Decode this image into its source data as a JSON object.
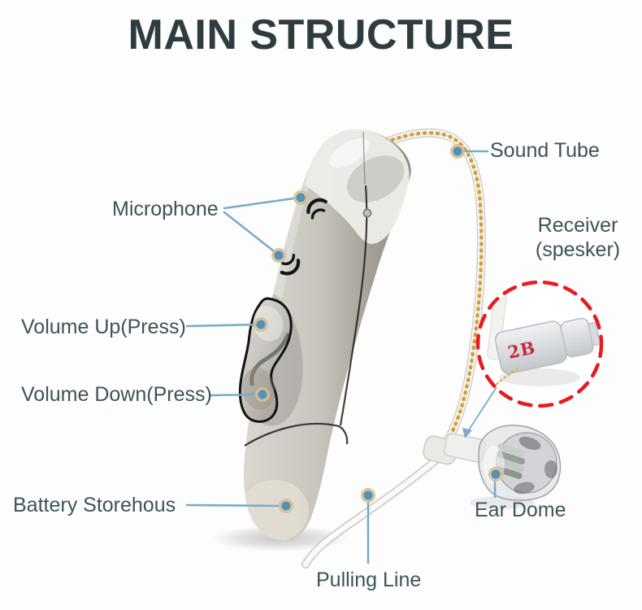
{
  "title": "MAIN STRUCTURE",
  "labels": {
    "sound_tube": "Sound Tube",
    "microphone": "Microphone",
    "receiver": "Receiver",
    "receiver_sub": "(spesker)",
    "volume_up": "Volume Up(Press)",
    "volume_down": "Volume Down(Press)",
    "battery": "Battery Storehous",
    "pulling_line": "Pulling Line",
    "ear_dome": "Ear Dome"
  },
  "callout": {
    "receiver_marking": "2B"
  },
  "icons": {
    "microphone_port": "sound-wave-arcs"
  },
  "colors": {
    "background": "#fdfdfd",
    "title": "#2e3c40",
    "label": "#3d535a",
    "leader": "#77adcb",
    "dot_core": "#4f93ba",
    "dot_ring": "#d9bd93",
    "dashed": "#e8191f",
    "marking": "#c2293e"
  }
}
